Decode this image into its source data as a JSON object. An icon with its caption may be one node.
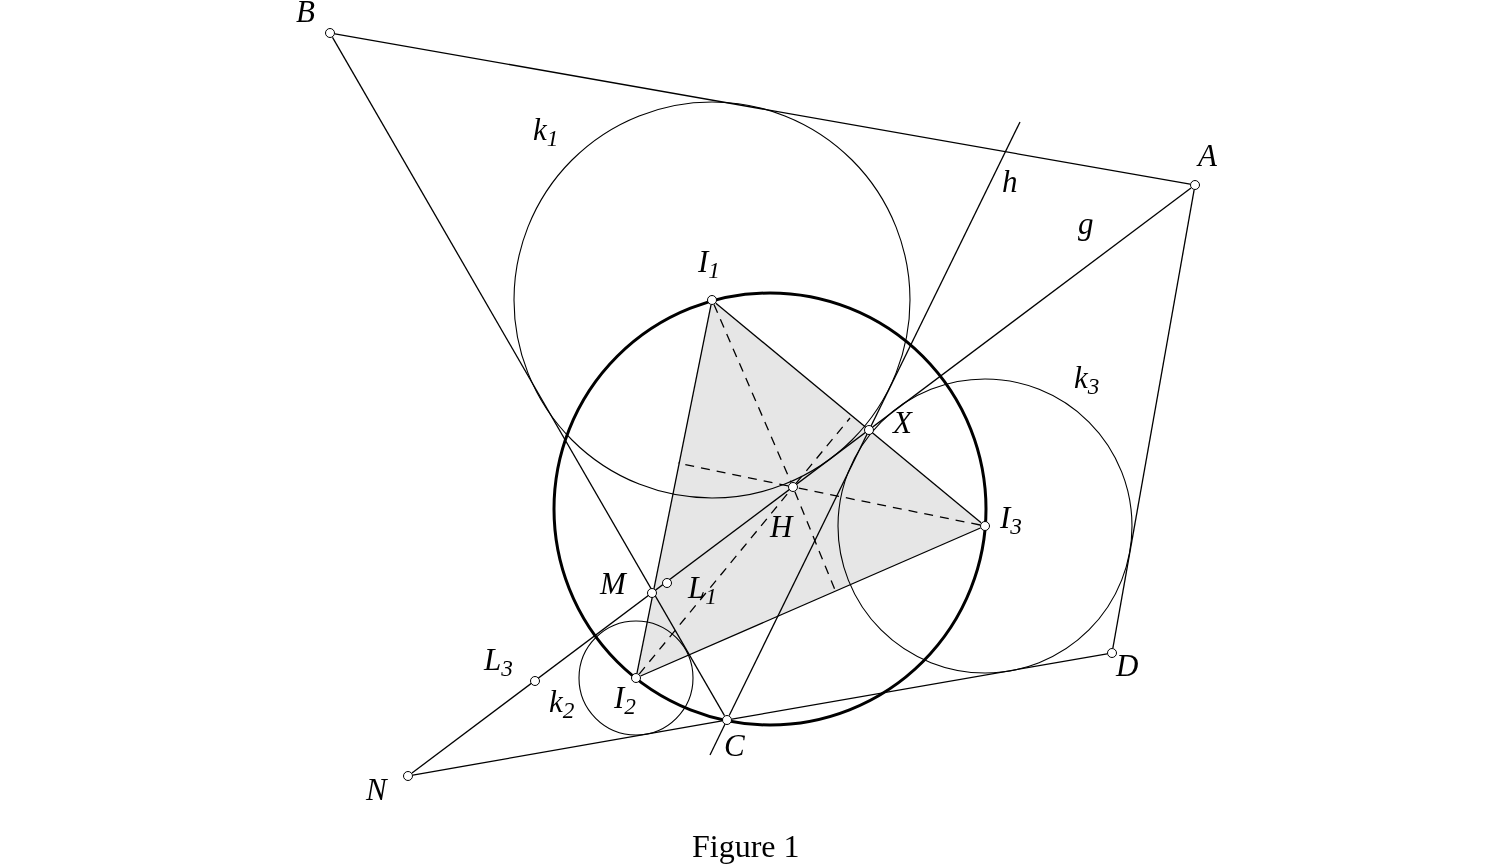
{
  "diagram": {
    "caption": "Figure 1",
    "nodes": [
      {
        "text": [],
        "shape": "circle",
        "beside": [
          "B"
        ]
      },
      {
        "text": [],
        "shape": "circle",
        "beside": [
          "A"
        ]
      },
      {
        "text": [],
        "shape": "circle",
        "beside": [
          "I$_{1}$"
        ]
      },
      {
        "text": [],
        "shape": "circle",
        "beside": [
          "X"
        ]
      },
      {
        "text": [],
        "shape": "circle",
        "beside": [
          "H"
        ]
      },
      {
        "text": [],
        "shape": "circle",
        "beside": [
          "I$_{3}$"
        ]
      },
      {
        "text": [],
        "shape": "circle",
        "beside": [
          "M"
        ]
      },
      {
        "text": [],
        "shape": "circle",
        "beside": [
          "L$_{1}$"
        ]
      },
      {
        "text": [],
        "shape": "circle",
        "beside": [
          "L$_{3}$"
        ]
      },
      {
        "text": [],
        "shape": "circle",
        "beside": [
          "D"
        ]
      },
      {
        "text": [],
        "shape": "circle",
        "beside": [
          "I$_{2}$"
        ]
      },
      {
        "text": [],
        "shape": "circle",
        "beside": [
          "C"
        ]
      },
      {
        "text": [],
        "shape": "circle",
        "beside": [
          "N"
        ]
      }
    ],
    "edges": [
      {
        "from": 0,
        "to": 1,
        "arrow": "none"
      },
      {
        "from": 1,
        "to": 9,
        "arrow": "none"
      },
      {
        "from": 9,
        "to": 11,
        "arrow": "none"
      },
      {
        "from": 11,
        "to": 12,
        "arrow": "none"
      },
      {
        "from": 0,
        "to": 11,
        "arrow": "none"
      },
      {
        "from": 1,
        "to": 12,
        "arrow": "none",
        "label": "g"
      },
      {
        "from": null,
        "to": 11,
        "arrow": "none",
        "label": "h"
      },
      {
        "from": 2,
        "to": 10,
        "arrow": "none"
      },
      {
        "from": 10,
        "to": 5,
        "arrow": "none"
      },
      {
        "from": 2,
        "to": 5,
        "arrow": "none"
      },
      {
        "from": 2,
        "to": 4,
        "arrow": "none",
        "style": "dashed"
      },
      {
        "from": 5,
        "to": 4,
        "arrow": "none",
        "style": "dashed"
      },
      {
        "from": 10,
        "to": 4,
        "arrow": "none",
        "style": "dashed"
      }
    ],
    "labels": [
      "k$_{1}$",
      "k$_{3}$",
      "k$_{2}$"
    ]
  }
}
